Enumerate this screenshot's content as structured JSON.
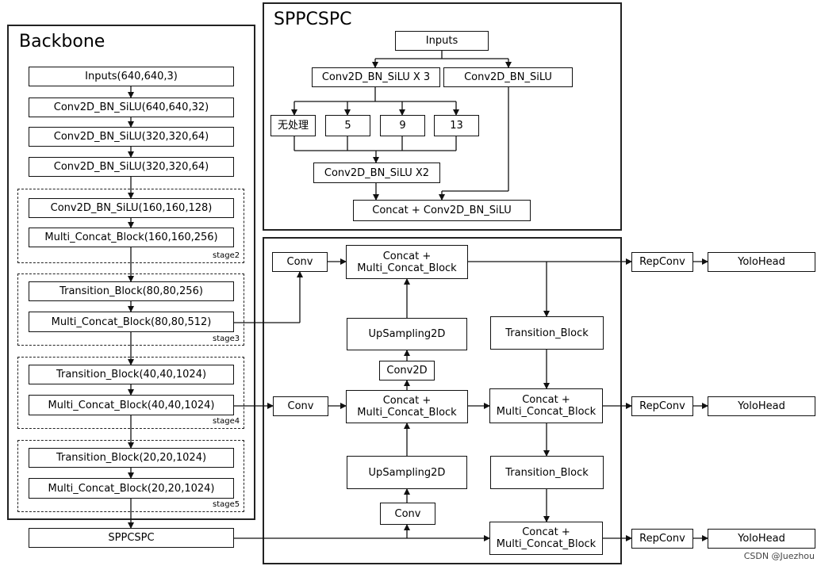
{
  "backbone": {
    "title": "Backbone",
    "inputs": "Inputs(640,640,3)",
    "conv1": "Conv2D_BN_SiLU(640,640,32)",
    "conv2": "Conv2D_BN_SiLU(320,320,64)",
    "conv3": "Conv2D_BN_SiLU(320,320,64)",
    "s2_conv": "Conv2D_BN_SiLU(160,160,128)",
    "s2_mcb": "Multi_Concat_Block(160,160,256)",
    "s2_label": "stage2",
    "s3_trans": "Transition_Block(80,80,256)",
    "s3_mcb": "Multi_Concat_Block(80,80,512)",
    "s3_label": "stage3",
    "s4_trans": "Transition_Block(40,40,1024)",
    "s4_mcb": "Multi_Concat_Block(40,40,1024)",
    "s4_label": "stage4",
    "s5_trans": "Transition_Block(20,20,1024)",
    "s5_mcb": "Multi_Concat_Block(20,20,1024)",
    "s5_label": "stage5"
  },
  "sppcspc_out": "SPPCSPC",
  "sppcspc": {
    "title": "SPPCSPC",
    "inputs": "Inputs",
    "conv_x3": "Conv2D_BN_SiLU X 3",
    "conv_side": "Conv2D_BN_SiLU",
    "pool_none": "无处理",
    "pool_5": "5",
    "pool_9": "9",
    "pool_13": "13",
    "conv_x2": "Conv2D_BN_SiLU X2",
    "concat_out": "Concat + Conv2D_BN_SiLU"
  },
  "head": {
    "conv_a": "Conv",
    "concat_a": "Concat +\nMulti_Concat_Block",
    "up_a": "UpSampling2D",
    "conv2d_mid": "Conv2D",
    "conv_b": "Conv",
    "concat_b": "Concat +\nMulti_Concat_Block",
    "up_b": "UpSampling2D",
    "conv_c": "Conv",
    "trans_a": "Transition_Block",
    "concat_c": "Concat +\nMulti_Concat_Block",
    "trans_b": "Transition_Block",
    "concat_d": "Concat +\nMulti_Concat_Block",
    "repconv_1": "RepConv",
    "repconv_2": "RepConv",
    "repconv_3": "RepConv",
    "yolohead_1": "YoloHead",
    "yolohead_2": "YoloHead",
    "yolohead_3": "YoloHead"
  },
  "watermark": "CSDN @Juezhou"
}
